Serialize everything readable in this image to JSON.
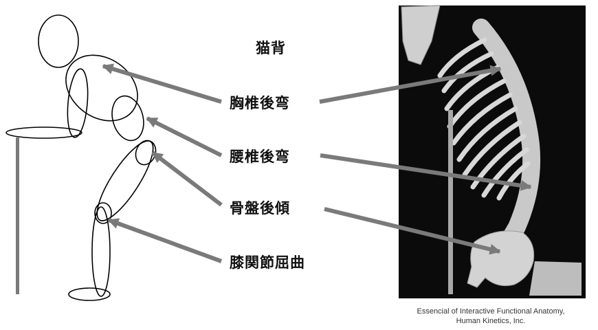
{
  "title": "猫背",
  "labels": {
    "thoracic": "胸椎後弯",
    "lumbar": "腰椎後弯",
    "pelvis": "骨盤後傾",
    "knee": "膝関節屈曲"
  },
  "credit": {
    "line1": "Essencial of Interactive Functional Anatomy,",
    "line2": "Human Kinetics, Inc."
  },
  "colors": {
    "arrow": "#7a7a7a",
    "figure_stroke": "#000000",
    "photo_bg": "#0b0b0b",
    "bone": "#d8d8d8"
  }
}
